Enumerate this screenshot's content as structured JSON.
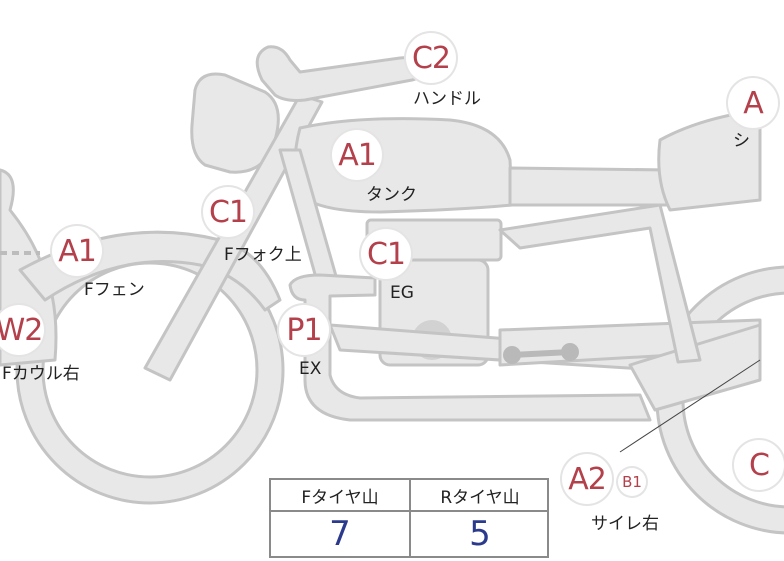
{
  "badges": {
    "c2_handle": "C2",
    "a1_tank": "A1",
    "a_seat": "A",
    "c1_fork": "C1",
    "a1_fender": "A1",
    "c1_engine": "C1",
    "w2_cowl": "W2",
    "p1_exhaust": "P1",
    "a2_side": "A2",
    "b1_side": "B1",
    "c_rear": "C"
  },
  "labels": {
    "handle": "ハンドル",
    "tank": "タンク",
    "seat": "シ",
    "fork_upper": "Fフォク上",
    "fender": "Fフェン",
    "engine": "EG",
    "cowl_right": "Fカウル右",
    "exhaust": "EX",
    "side_right": "サイレ右"
  },
  "tire_table": {
    "front_header": "Fタイヤ山",
    "front_value": "7",
    "rear_header": "Rタイヤ山",
    "rear_value": "5"
  },
  "colors": {
    "body_fill": "#e8e8e8",
    "body_stroke": "#c4c4c4",
    "code_red": "#b3404a",
    "value_blue": "#2b3a8c"
  }
}
